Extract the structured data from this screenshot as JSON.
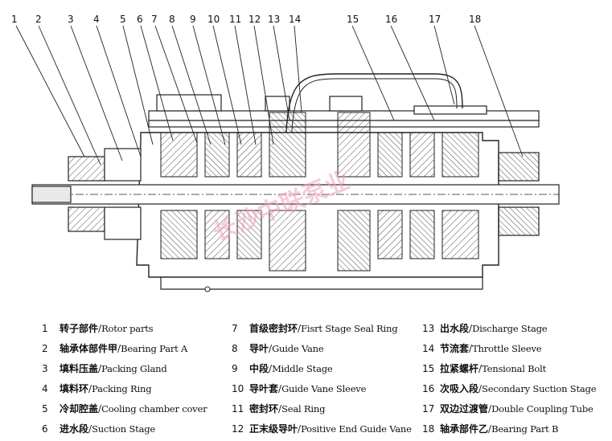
{
  "callouts": [
    "1",
    "2",
    "3",
    "4",
    "5",
    "6",
    "7",
    "8",
    "9",
    "10",
    "11",
    "12",
    "13",
    "14",
    "15",
    "16",
    "17",
    "18"
  ],
  "watermark": "长沙中联泵业",
  "legend": [
    {
      "num": "1",
      "cn": "转子部件",
      "en": "Rotor parts"
    },
    {
      "num": "2",
      "cn": "轴承体部件甲",
      "en": "Bearing Part A"
    },
    {
      "num": "3",
      "cn": "填料压盖",
      "en": "Packing Gland"
    },
    {
      "num": "4",
      "cn": "填料环",
      "en": "Packing Ring"
    },
    {
      "num": "5",
      "cn": "冷却腔盖",
      "en": "Cooling chamber cover"
    },
    {
      "num": "6",
      "cn": "进水段",
      "en": "Suction Stage"
    },
    {
      "num": "7",
      "cn": "首级密封环",
      "en": "Fisrt Stage Seal Ring"
    },
    {
      "num": "8",
      "cn": "导叶",
      "en": "Guide Vane"
    },
    {
      "num": "9",
      "cn": "中段",
      "en": "Middle Stage"
    },
    {
      "num": "10",
      "cn": "导叶套",
      "en": "Guide Vane Sleeve"
    },
    {
      "num": "11",
      "cn": "密封环",
      "en": "Seal Ring"
    },
    {
      "num": "12",
      "cn": "正末级导叶",
      "en": "Positive End Guide Vane"
    },
    {
      "num": "13",
      "cn": "出水段",
      "en": "Discharge Stage"
    },
    {
      "num": "14",
      "cn": "节流套",
      "en": "Throttle Sleeve"
    },
    {
      "num": "15",
      "cn": "拉紧螺杆",
      "en": "Tensional Bolt"
    },
    {
      "num": "16",
      "cn": "次吸入段",
      "en": "Secondary Suction Stage"
    },
    {
      "num": "17",
      "cn": "双边过渡管",
      "en": "Double Coupling Tube"
    },
    {
      "num": "18",
      "cn": "轴承部件乙",
      "en": "Bearing Part B"
    }
  ]
}
